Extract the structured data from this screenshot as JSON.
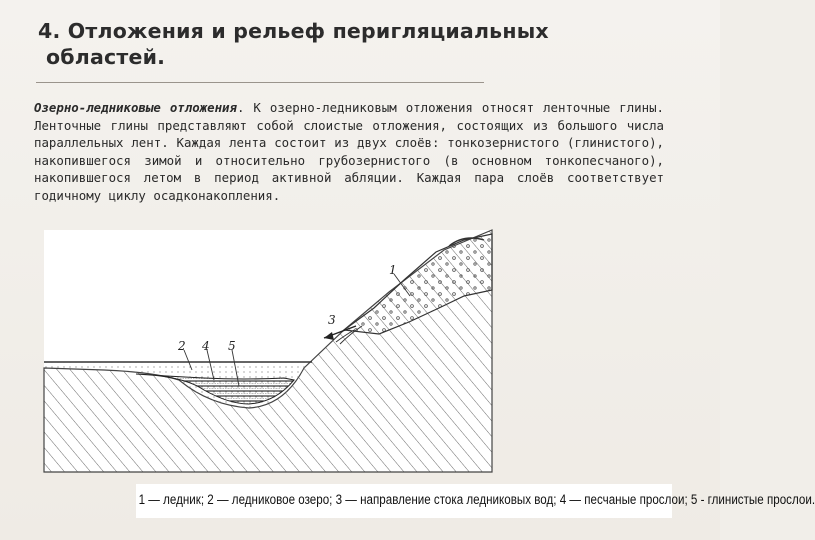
{
  "slide": {
    "title_line1": "4. Отложения и рельеф перигляциальных",
    "title_line2": "областей.",
    "paragraph_lead": "Озерно-ледниковые отложения",
    "paragraph_body": ". К озерно-ледниковым отложения относят ленточные глины. Ленточные глины представляют собой слоистые отложения, состоящих из большого числа параллельных лент. Каждая лента состоит из двух слоёв: тонкозернистого (глинистого), накопившегося зимой и относительно грубозернистого (в основном тонкопесчаного), накопившегося летом в период активной абляции. Каждая пара слоёв соответствует годичному циклу осадконакопления."
  },
  "figure": {
    "labels": [
      "1",
      "2",
      "3",
      "4",
      "5"
    ],
    "caption": "1 — ледник; 2 — ледниковое озеро; 3 — направление стока ледниковых вод; 4 — песчаные прослои; 5 - глинистые прослои."
  }
}
